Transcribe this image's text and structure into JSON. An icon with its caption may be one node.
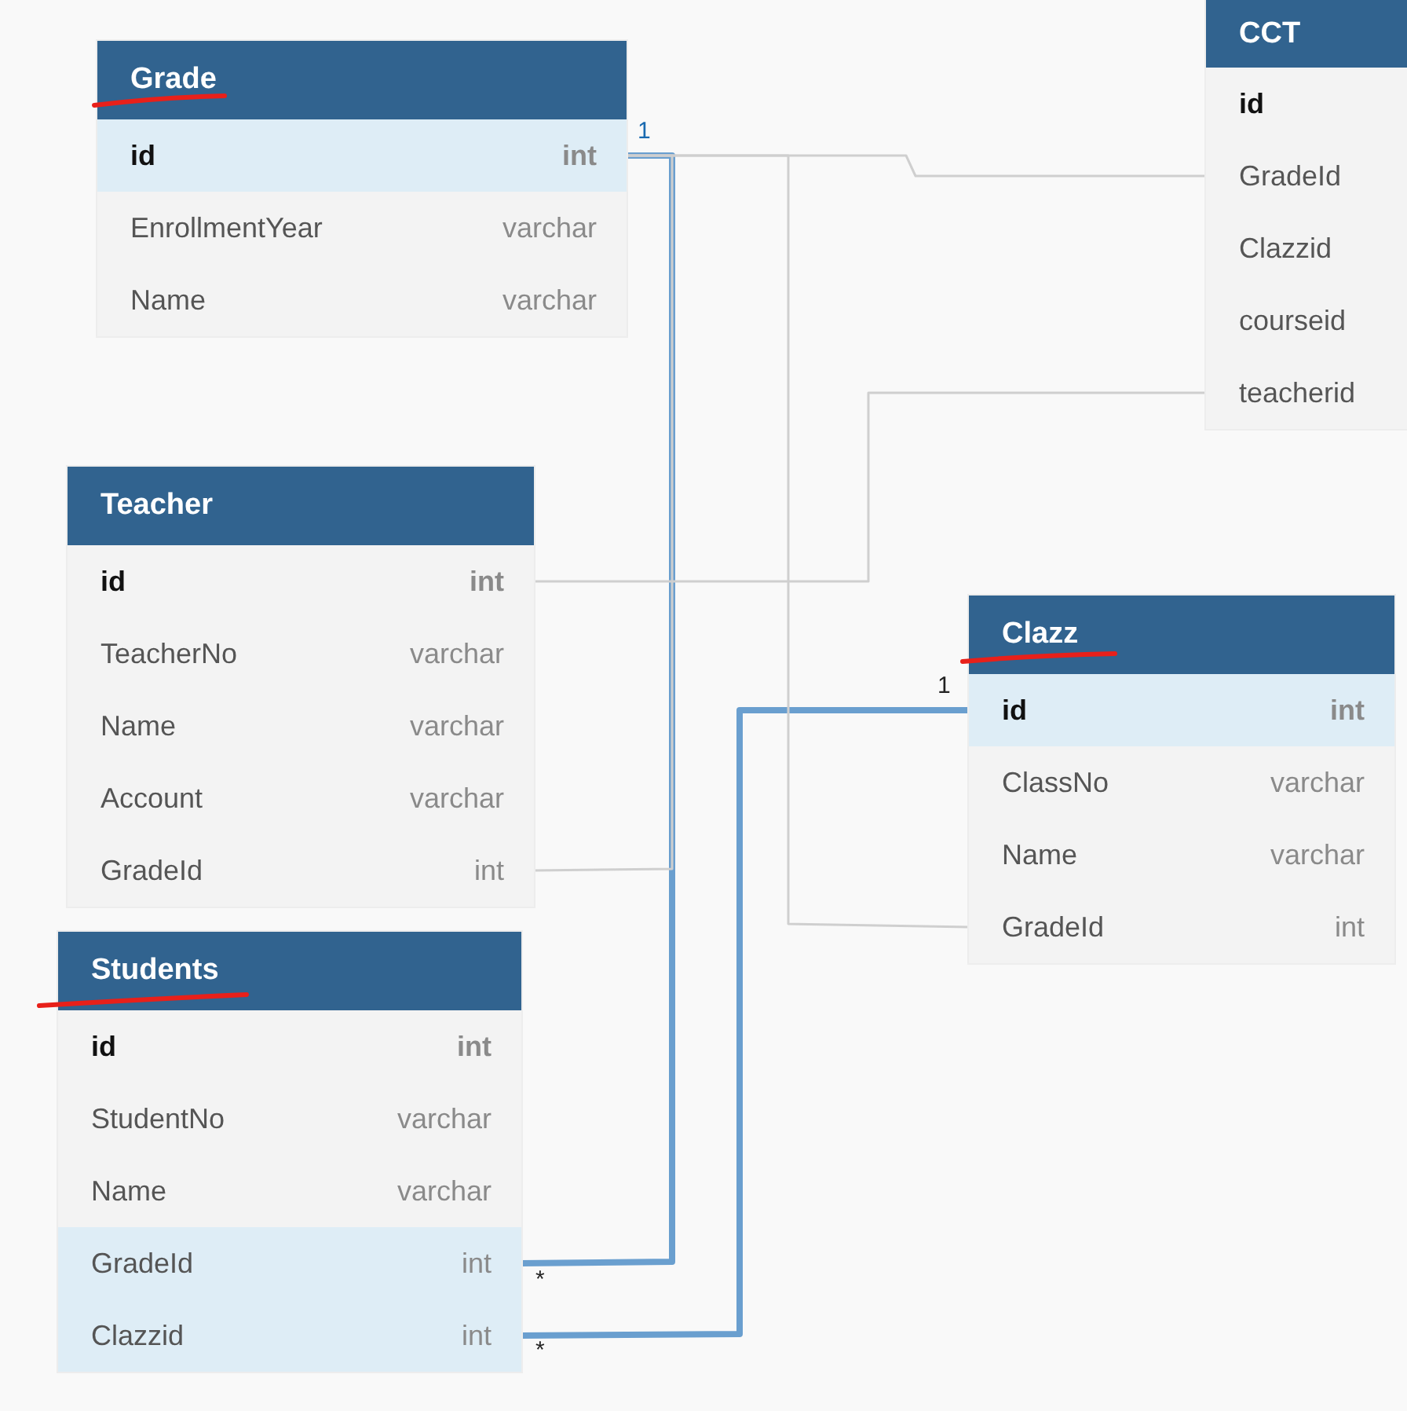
{
  "diagram": {
    "nodes": [
      {
        "text": [
          "Grade"
        ]
      },
      {
        "text": [
          "id",
          "int"
        ],
        "in": 0
      },
      {
        "text": [
          "EnrollmentYear",
          "varchar"
        ],
        "in": 0
      },
      {
        "text": [
          "Name",
          "varchar"
        ],
        "in": 0
      },
      {
        "text": [
          "Teacher"
        ]
      },
      {
        "text": [
          "id",
          "int"
        ],
        "in": 4
      },
      {
        "text": [
          "TeacherNo",
          "varchar"
        ],
        "in": 4
      },
      {
        "text": [
          "Name",
          "varchar"
        ],
        "in": 4
      },
      {
        "text": [
          "Account",
          "varchar"
        ],
        "in": 4
      },
      {
        "text": [
          "GradeId",
          "int"
        ],
        "in": 4
      },
      {
        "text": [
          "Students"
        ]
      },
      {
        "text": [
          "id",
          "int"
        ],
        "in": 10
      },
      {
        "text": [
          "StudentNo",
          "varchar"
        ],
        "in": 10
      },
      {
        "text": [
          "Name",
          "varchar"
        ],
        "in": 10
      },
      {
        "text": [
          "GradeId",
          "int"
        ],
        "in": 10
      },
      {
        "text": [
          "Clazzid",
          "int"
        ],
        "in": 10
      },
      {
        "text": [
          "Clazz"
        ]
      },
      {
        "text": [
          "id",
          "int"
        ],
        "in": 16
      },
      {
        "text": [
          "ClassNo",
          "varchar"
        ],
        "in": 16
      },
      {
        "text": [
          "Name",
          "varchar"
        ],
        "in": 16
      },
      {
        "text": [
          "GradeId",
          "int"
        ],
        "in": 16
      },
      {
        "text": [
          "CCT"
        ]
      },
      {
        "text": [
          "id"
        ],
        "in": 21
      },
      {
        "text": [
          "GradeId"
        ],
        "in": 21
      },
      {
        "text": [
          "Clazzid"
        ],
        "in": 21
      },
      {
        "text": [
          "courseid"
        ],
        "in": 21
      },
      {
        "text": [
          "teacherid"
        ],
        "in": 21
      }
    ],
    "edges": [
      {
        "from": 1,
        "to": 14,
        "arrow": "none",
        "style": "thick",
        "color": "#6a9fcf"
      },
      {
        "from": 17,
        "to": 15,
        "arrow": "none",
        "style": "thick",
        "color": "#6a9fcf"
      },
      {
        "from": 1,
        "to": 23,
        "arrow": "none"
      },
      {
        "from": 1,
        "to": 20,
        "arrow": "none"
      },
      {
        "from": 9,
        "to": 1,
        "arrow": "none"
      },
      {
        "from": 5,
        "to": 26,
        "arrow": "none"
      }
    ],
    "labels": [
      "1",
      "1",
      "*",
      "*"
    ]
  }
}
